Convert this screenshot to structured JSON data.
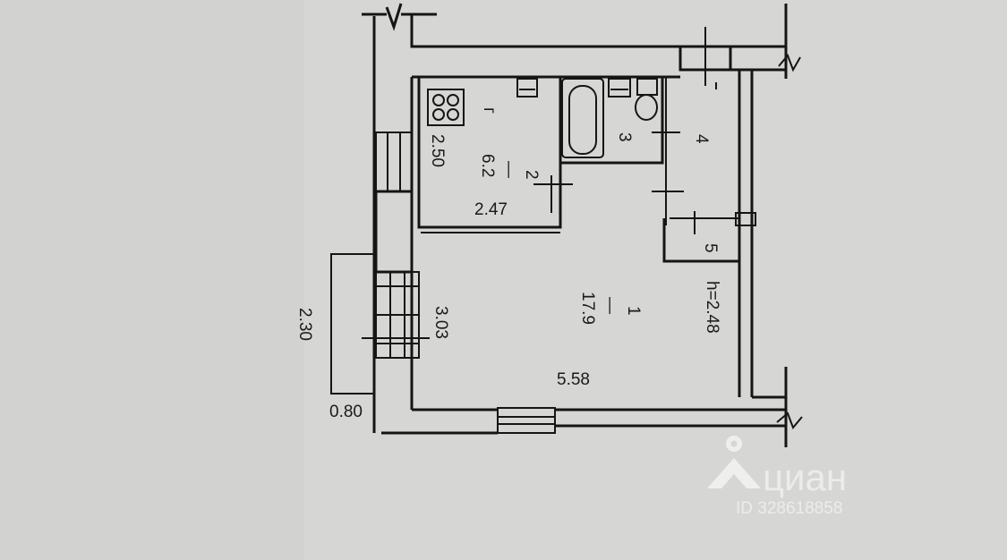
{
  "plan": {
    "rooms": [
      {
        "id": "1",
        "area": "17.9",
        "dash": "—"
      },
      {
        "id": "2",
        "area": "6.2",
        "dash": "—"
      },
      {
        "id": "3"
      },
      {
        "id": "4"
      },
      {
        "id": "5"
      }
    ],
    "kitchen_mark": "г",
    "dimensions": {
      "kitchen_width": "2.47",
      "kitchen_depth": "2.50",
      "room_width": "5.58",
      "room_depth": "3.03",
      "balcony_length": "2.30",
      "balcony_depth": "0.80",
      "ceiling_height": "h=2.48"
    }
  },
  "watermark": {
    "brand": "циан",
    "listing_id": "ID 328618858"
  },
  "colors": {
    "paper": "#d6d6d4",
    "ink": "#151515",
    "watermark": "#ffffff"
  }
}
